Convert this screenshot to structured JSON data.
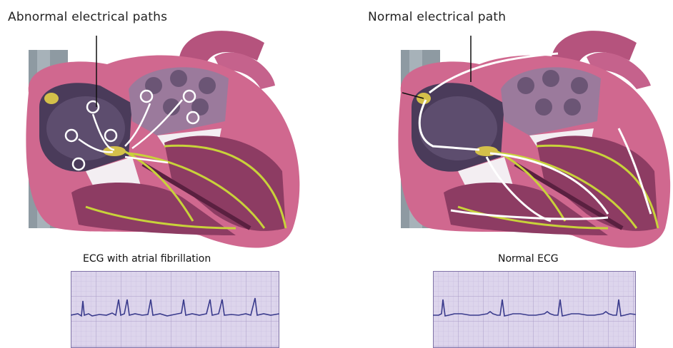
{
  "left": {
    "title": "Abnormal electrical paths",
    "ecg_label": "ECG with atrial fibrillation",
    "ecg_rhythm": "atrial-fibrillation"
  },
  "right": {
    "title": "Normal electrical path",
    "ecg_label": "Normal ECG",
    "ecg_rhythm": "normal-sinus"
  },
  "colors": {
    "heart_muscle": "#b5537d",
    "heart_outer": "#d0688f",
    "chamber_dark": "#4a3b5a",
    "chamber_light": "#7a6a8a",
    "vessel_gray": "#8e9aa2",
    "conduction_yellow": "#c8d23a",
    "node_yellow": "#d4c04a",
    "ecg_grid_bg": "#ddd5ec",
    "ecg_grid_line": "#a99cc7",
    "ecg_trace": "#3a3b8c"
  }
}
